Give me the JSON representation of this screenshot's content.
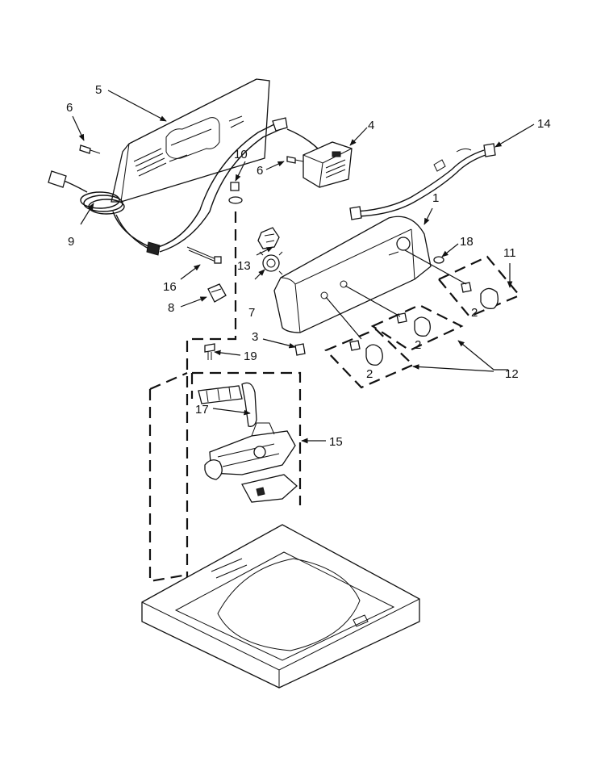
{
  "diagram": {
    "callouts": {
      "c1": "1",
      "c2a": "2",
      "c2b": "2",
      "c2c": "2",
      "c3": "3",
      "c4": "4",
      "c5": "5",
      "c6a": "6",
      "c6b": "6",
      "c7": "7",
      "c8": "8",
      "c9": "9",
      "c10": "10",
      "c11": "11",
      "c12": "12",
      "c13": "13",
      "c14": "14",
      "c15": "15",
      "c16": "16",
      "c17": "17",
      "c18": "18",
      "c19": "19"
    },
    "parts": {
      "p1": "console",
      "p2": "knob",
      "p3": "clip",
      "p4": "control-board",
      "p5": "rear-panel",
      "p6": "screw",
      "p7": "switch",
      "p8": "strain-relief",
      "p9": "power-cord",
      "p10": "grommet",
      "p11": "knob-kit",
      "p12": "knob-kit",
      "p13": "switch-assembly",
      "p14": "wire-harness",
      "p15": "water-valve-assembly",
      "p16": "cable-tie",
      "p17": "hose",
      "p18": "shaft-adapter",
      "p19": "screw"
    },
    "arrow_marker": "arrowhead"
  }
}
